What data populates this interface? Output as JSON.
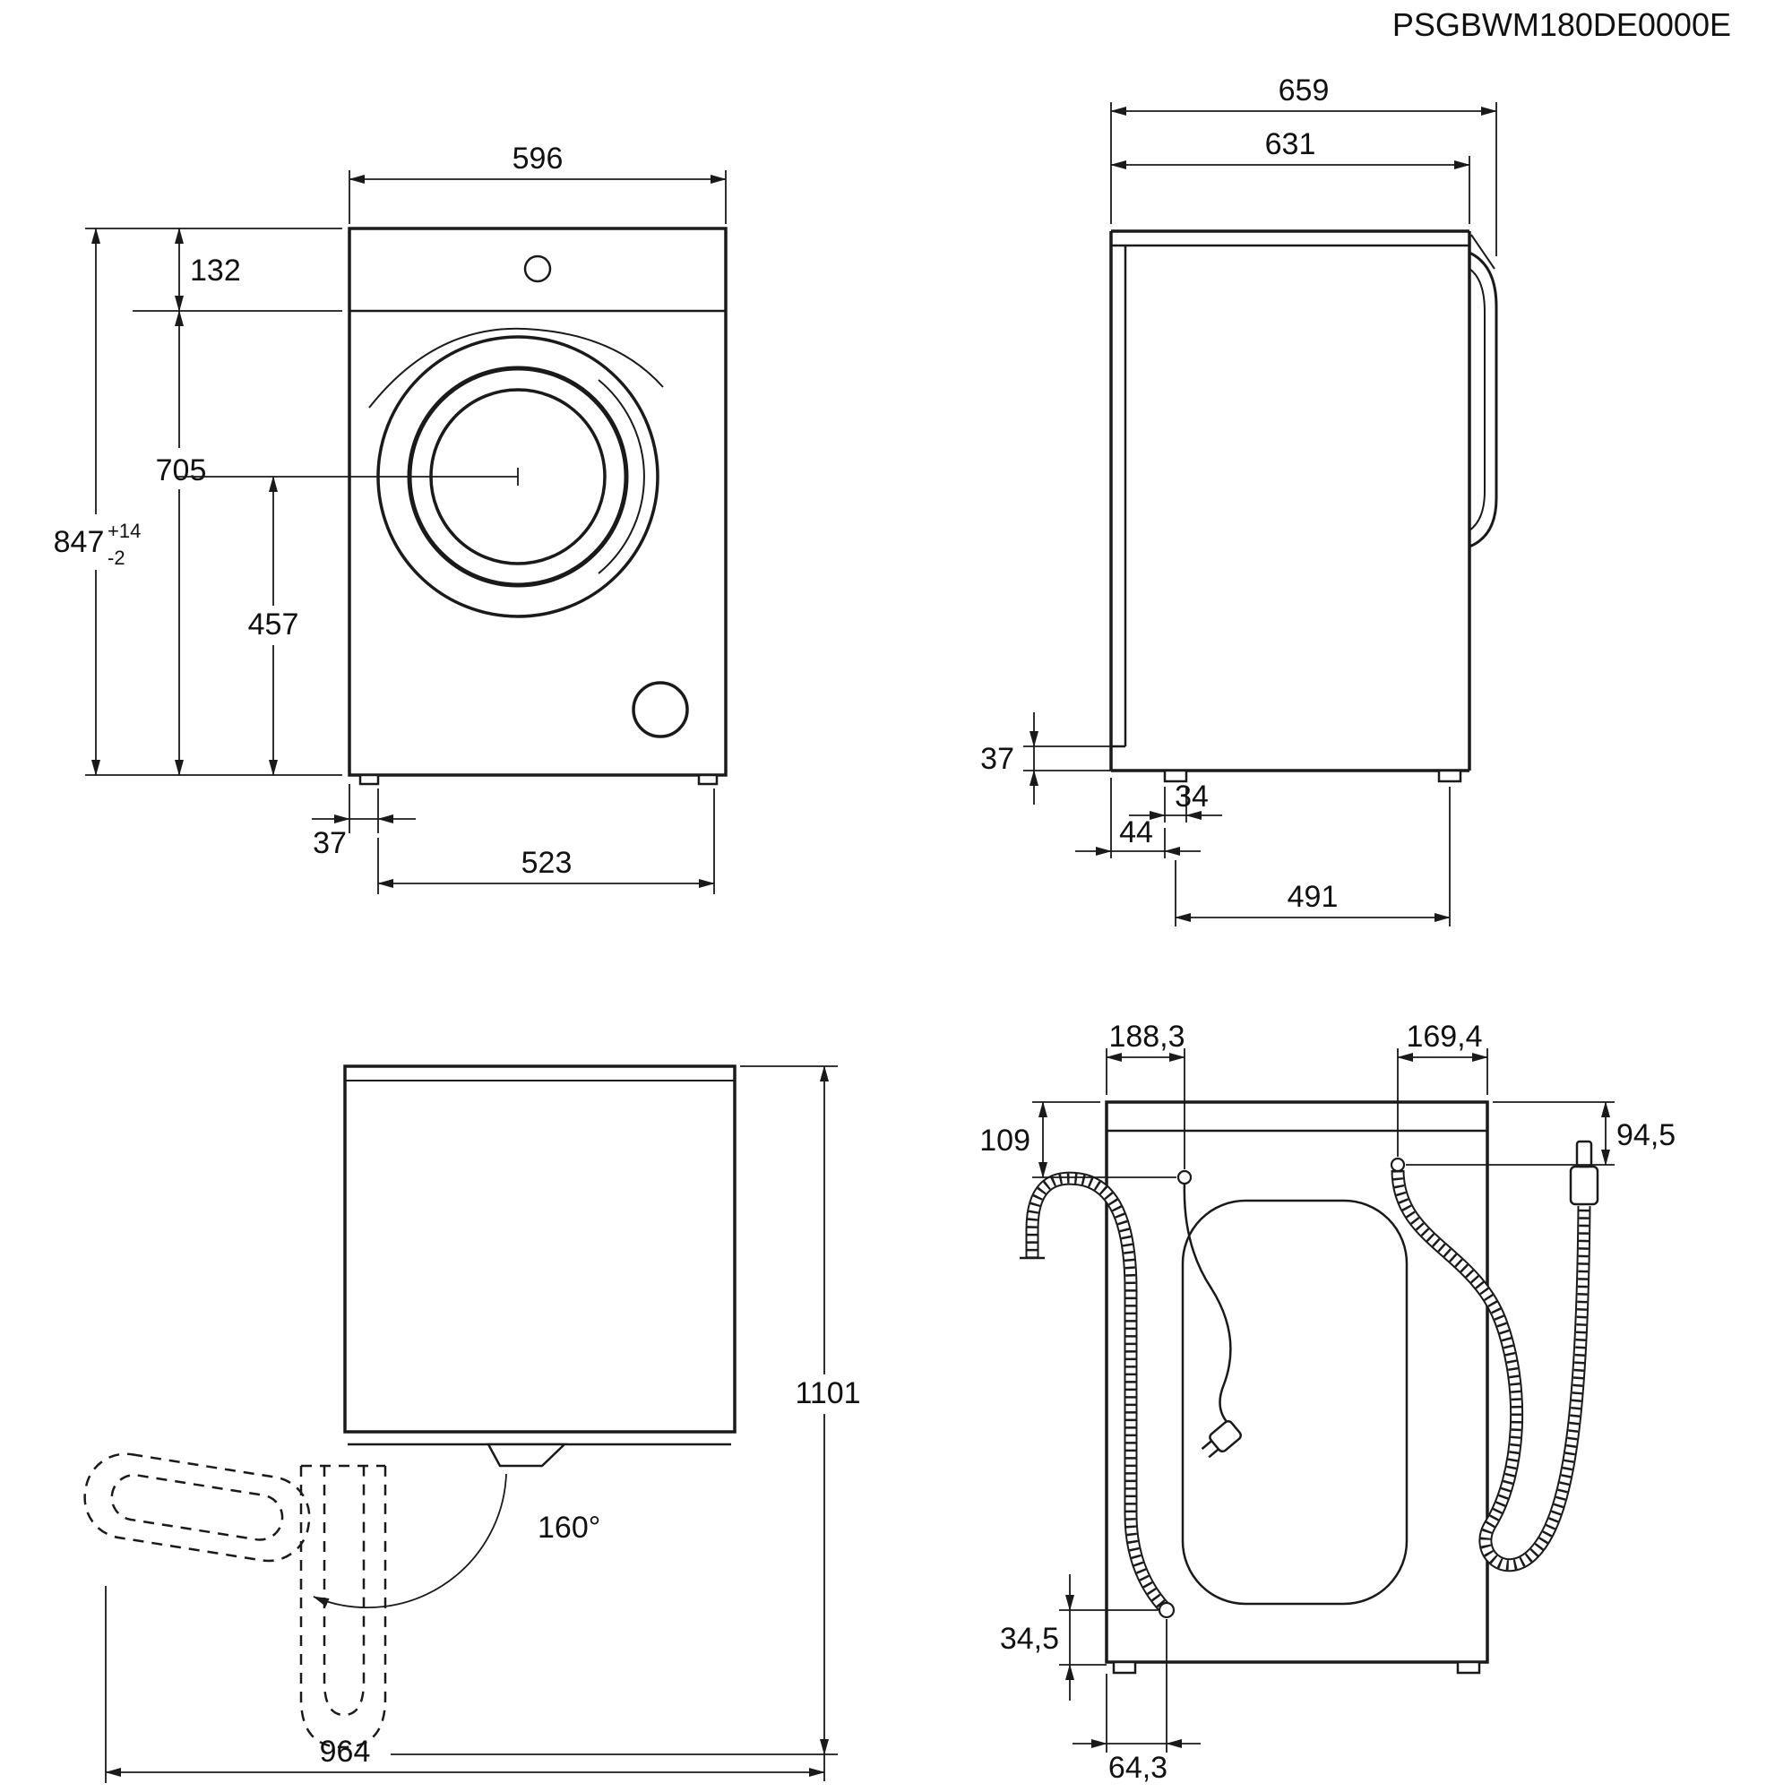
{
  "title": "PSGBWM180DE0000E",
  "front_view": {
    "width": "596",
    "top_panel_height": "132",
    "height_to_top_panel": "705",
    "total_height": "847",
    "height_tolerance_plus": "+14",
    "height_tolerance_minus": "-2",
    "door_center_height": "457",
    "foot_inset": "37",
    "feet_spacing": "523"
  },
  "side_view": {
    "total_depth": "659",
    "body_depth": "631",
    "rear_base_height": "37",
    "foot_width": "34",
    "foot_setback": "44",
    "feet_spacing": "491"
  },
  "door_open_view": {
    "total_height_door_open": "1101",
    "total_depth_door_open": "964",
    "door_opening_angle": "160°"
  },
  "rear_view": {
    "cord_offset_from_left": "188,3",
    "inlet_offset_from_right": "169,4",
    "cord_offset_from_top": "109",
    "inlet_offset_from_top": "94,5",
    "drain_offset_from_bottom": "34,5",
    "drain_offset_from_left": "64,3"
  }
}
